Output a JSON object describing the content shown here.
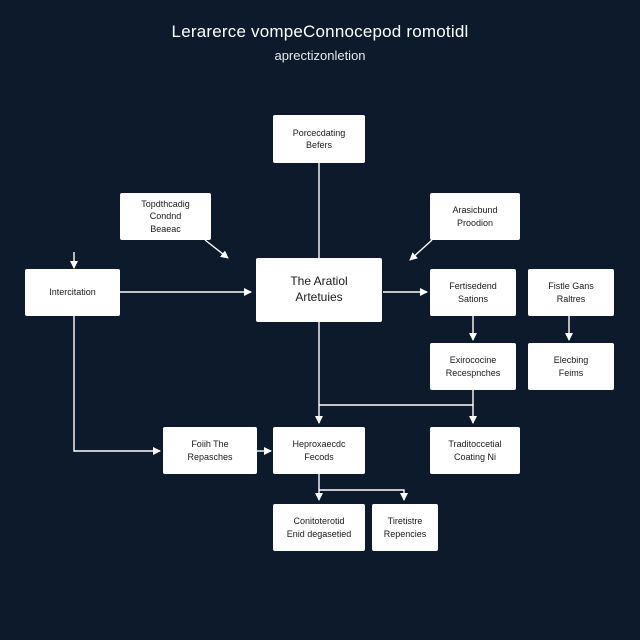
{
  "header": {
    "title": "Lerarerce vompeConnocepod romotidl",
    "subtitle": "aprectizonletion"
  },
  "colors": {
    "background": "#0d1a2c",
    "node_fill": "#ffffff",
    "node_text": "#1a1a1a",
    "connector": "#ffffff"
  },
  "nodes": [
    {
      "id": "proconating",
      "label": "Porcecdating\nBefers"
    },
    {
      "id": "topthirconig",
      "label": "Topdthcadig\nCondnd\nBeaeac"
    },
    {
      "id": "antecitation",
      "label": "Intercitation"
    },
    {
      "id": "central",
      "label": "The Aratiol\nArtetuies"
    },
    {
      "id": "antiscabend",
      "label": "Arasicbund\nProodion"
    },
    {
      "id": "feedback-sations",
      "label": "Fertisedend\nSations"
    },
    {
      "id": "fistle-gans",
      "label": "Fistle Gans\nRaltres"
    },
    {
      "id": "ectorocing",
      "label": "Exirococine\nRecespnches"
    },
    {
      "id": "electing-fems",
      "label": "Elecbing\nFeims"
    },
    {
      "id": "fotrio-repesches",
      "label": "Foiih The\nRepasches"
    },
    {
      "id": "heprocsede-seeds",
      "label": "Heproxaecdc\nFecods"
    },
    {
      "id": "traditional",
      "label": "Traditoccetial\nCoating Ni"
    },
    {
      "id": "controlled",
      "label": "Conitoterotid\nEnid degasetied"
    },
    {
      "id": "trotteline",
      "label": "Tiretistre\nRepencies"
    }
  ]
}
